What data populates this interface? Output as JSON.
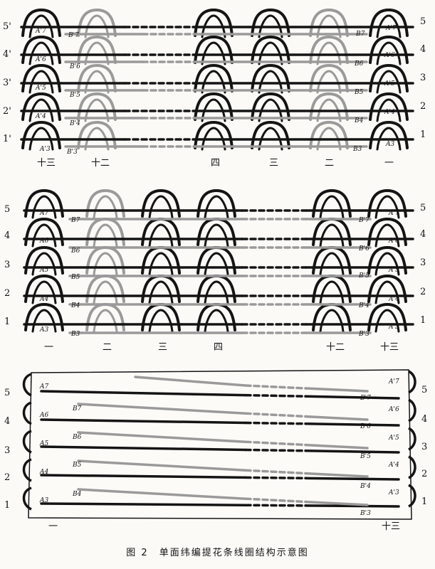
{
  "caption": "图 2　单面纬编提花条线圈结构示意图",
  "panel1": {
    "left_rows": [
      "5'",
      "4'",
      "3'",
      "2'",
      "1'"
    ],
    "right_rows": [
      "5",
      "4",
      "3",
      "2",
      "1"
    ],
    "A_left": [
      "A'7",
      "A'6",
      "A'5",
      "A'4",
      "A'3"
    ],
    "B_left": [
      "B'7",
      "B'6",
      "B'5",
      "B'4",
      "B'3"
    ],
    "A_right": [
      "A'7",
      "A'6",
      "A'5",
      "A'4",
      "A3"
    ],
    "B_right": [
      "B7",
      "B6",
      "B5",
      "B4",
      "B3"
    ],
    "columns": [
      "十三",
      "十二",
      "四",
      "三",
      "二",
      "一"
    ]
  },
  "panel2": {
    "left_rows": [
      "5",
      "4",
      "3",
      "2",
      "1"
    ],
    "right_rows": [
      "5",
      "4",
      "3",
      "2",
      "1"
    ],
    "A_left": [
      "A7",
      "A6",
      "A5",
      "A4",
      "A3"
    ],
    "B_left": [
      "B7",
      "B6",
      "B5",
      "B4",
      "B3"
    ],
    "A_right": [
      "A'7",
      "A'6",
      "A'5",
      "A'4",
      "A'3"
    ],
    "B_right": [
      "B'7",
      "B'6",
      "B'5",
      "B'4",
      "B'3"
    ],
    "columns": [
      "一",
      "二",
      "三",
      "四",
      "十二",
      "十三"
    ]
  },
  "panel3": {
    "left_rows": [
      "5",
      "4",
      "3",
      "2",
      "1"
    ],
    "right_rows": [
      "5",
      "4",
      "3",
      "2",
      "1"
    ],
    "A_left": [
      "A7",
      "A6",
      "A5",
      "A4",
      "A3"
    ],
    "B_left": [
      "B7",
      "B6",
      "B5",
      "B4"
    ],
    "A_right": [
      "A'7",
      "A'6",
      "A'5",
      "A'4",
      "A'3"
    ],
    "B_right": [
      "B'7",
      "B'6",
      "B'5",
      "B'4",
      "B'3"
    ],
    "columns": [
      "一",
      "十三"
    ]
  }
}
